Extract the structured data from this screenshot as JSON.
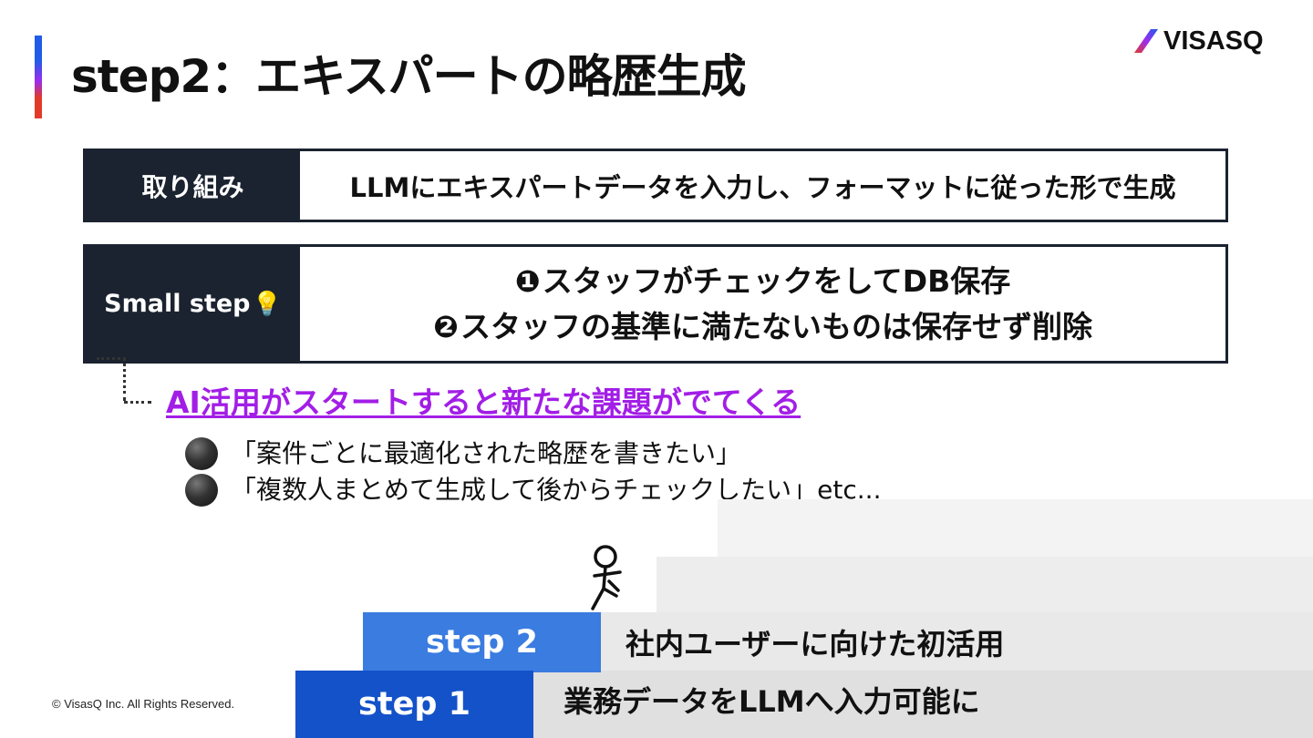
{
  "slide": {
    "title": "step2：エキスパートの略歴生成",
    "logo_text": "VISASQ",
    "copyright": "© VisasQ Inc. All Rights Reserved."
  },
  "rows": [
    {
      "label": "取り組み",
      "content": "LLMにエキスパートデータを入力し、フォーマットに従った形で生成"
    },
    {
      "label": "Small step",
      "label_icon": "💡",
      "lines": [
        {
          "marker": "❶",
          "text": "スタッフがチェックをしてDB保存"
        },
        {
          "marker": "❷",
          "text": "スタッフの基準に満たないものは保存せず削除"
        }
      ]
    }
  ],
  "subhead": "AI活用がスタートすると新たな課題がでてくる",
  "bullets": [
    "「案件ごとに最適化された略歴を書きたい」",
    "「複数人まとめて生成して後からチェックしたい」etc..."
  ],
  "steps": [
    {
      "label": "step 2",
      "description": "社内ユーザーに向けた初活用"
    },
    {
      "label": "step 1",
      "description": "業務データをLLMへ入力可能に"
    }
  ],
  "colors": {
    "accent_purple": "#a21ee6",
    "step1_blue": "#1452c9",
    "step2_blue": "#3a7ce0",
    "label_dark": "#1b2330"
  }
}
